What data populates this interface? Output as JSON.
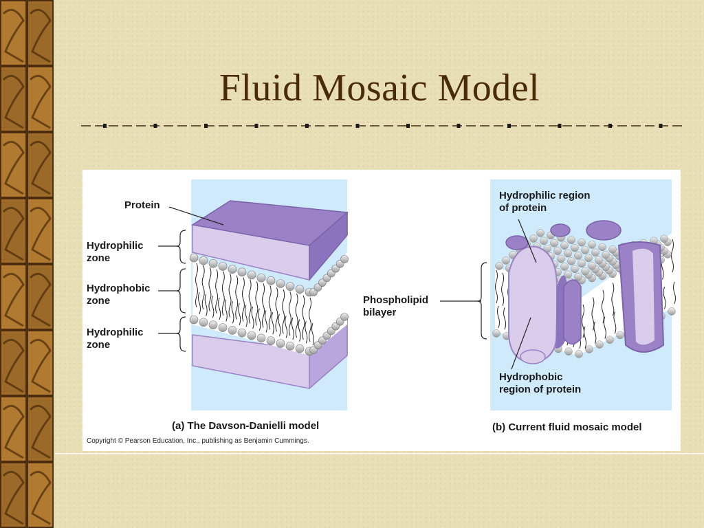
{
  "slide": {
    "title": "Fluid Mosaic Model"
  },
  "figure": {
    "left_panel": {
      "labels": {
        "protein": "Protein",
        "hydrophilic_zone_top": "Hydrophilic\nzone",
        "hydrophobic_zone": "Hydrophobic\nzone",
        "hydrophilic_zone_bottom": "Hydrophilic\nzone"
      },
      "caption": "(a)  The Davson-Danielli model"
    },
    "right_panel": {
      "labels": {
        "phospholipid_bilayer": "Phospholipid\nbilayer",
        "hydrophilic_region": "Hydrophilic region\nof  protein",
        "hydrophobic_region": "Hydrophobic\nregion of protein"
      },
      "caption": "(b)  Current fluid mosaic model"
    },
    "copyright": "Copyright © Pearson Education, Inc., publishing as Benjamin Cummings."
  },
  "colors": {
    "background": "#e9dfb6",
    "title": "#4a2b08",
    "panel_blue": "#cfeafa",
    "protein_purple": "#9b82c6",
    "protein_light": "#d9cdeb",
    "border_brown": "#8a5a20"
  }
}
